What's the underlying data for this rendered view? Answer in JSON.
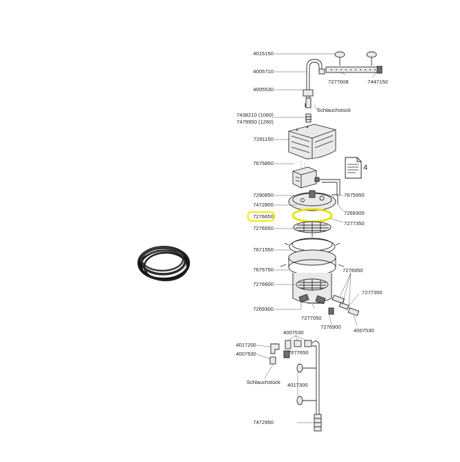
{
  "product_photo": {
    "icon": "black-rubber-sealing-ring"
  },
  "highlight_color": "#f2e600",
  "highlighted_part": "7276650",
  "part_labels": {
    "p4015150": "4015150",
    "p4005710": "4005710",
    "p7277608": "7277608",
    "p7447150": "7447150",
    "p4005530": "4005530",
    "schlauch_top": "Schlauchstück",
    "p7438210": "7438210 (1060)",
    "p7479950": "7479950 (1260)",
    "p7291150": "7291150",
    "p7675850": "7675850",
    "doc_number": "4",
    "p7675950": "7675950",
    "p7290850": "7290850",
    "p7472800": "7472800",
    "p7269300_top": "7269300",
    "p7276650_top": "7276650",
    "p7277350_top": "7277350",
    "p7276550": "7276550",
    "p7671550": "7671550",
    "p7675750": "7675750",
    "p7276950": "7276950",
    "p7276600": "7276600",
    "p7277350_right": "7277350",
    "p7269300_bottom": "7269300",
    "p7277050": "7277050",
    "p7276900": "7276900",
    "p4007530_right": "4007530",
    "p4007530_bottom": "4007530",
    "p4017200": "4017200",
    "p7277650_bottom": "7277650",
    "p4007530_left": "4007530",
    "schlauch_bottom": "Schlauchstück",
    "p4017300": "4017300",
    "p7472950": "7472950"
  }
}
